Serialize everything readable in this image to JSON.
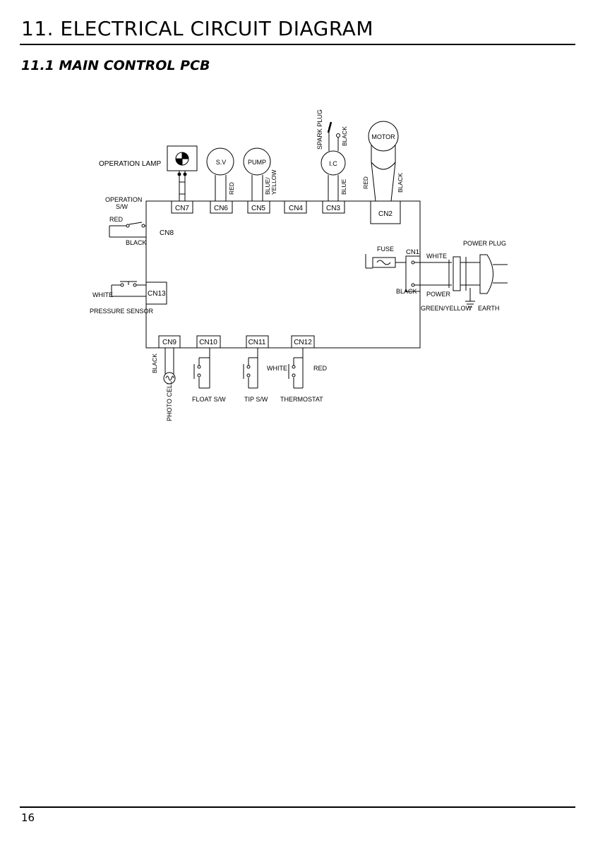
{
  "header": {
    "title": "11.  ELECTRICAL CIRCUIT DIAGRAM",
    "section": "11.1 MAIN CONTROL PCB"
  },
  "footer": {
    "page_number": "16"
  },
  "diagram": {
    "connectors": {
      "cn1": "CN1",
      "cn2": "CN2",
      "cn3": "CN3",
      "cn4": "CN4",
      "cn5": "CN5",
      "cn6": "CN6",
      "cn7": "CN7",
      "cn8": "CN8",
      "cn9": "CN9",
      "cn10": "CN10",
      "cn11": "CN11",
      "cn12": "CN12",
      "cn13": "CN13"
    },
    "components": {
      "operation_lamp": "OPERATION  LAMP",
      "sv": "S.V",
      "pump": "PUMP",
      "ic": "I.C",
      "motor": "MOTOR",
      "spark_plug": "SPARK PLUG",
      "operation_sw_line1": "OPERATION",
      "operation_sw_line2": "S/W",
      "pressure_sensor": "PRESSURE SENSOR",
      "fuse": "FUSE",
      "power_plug": "POWER PLUG",
      "power": "POWER",
      "earth": "EARTH",
      "photo_cell": "PHOTO CELL",
      "float_sw": "FLOAT S/W",
      "tip_sw": "TIP S/W",
      "thermostat": "THERMOSTAT"
    },
    "wires": {
      "red": "RED",
      "black": "BLACK",
      "white": "WHITE",
      "blue": "BLUE",
      "blue_yellow_line1": "BLUE/",
      "blue_yellow_line2": "YELLOW",
      "green_yellow": "GREEN/YELLOW"
    }
  }
}
